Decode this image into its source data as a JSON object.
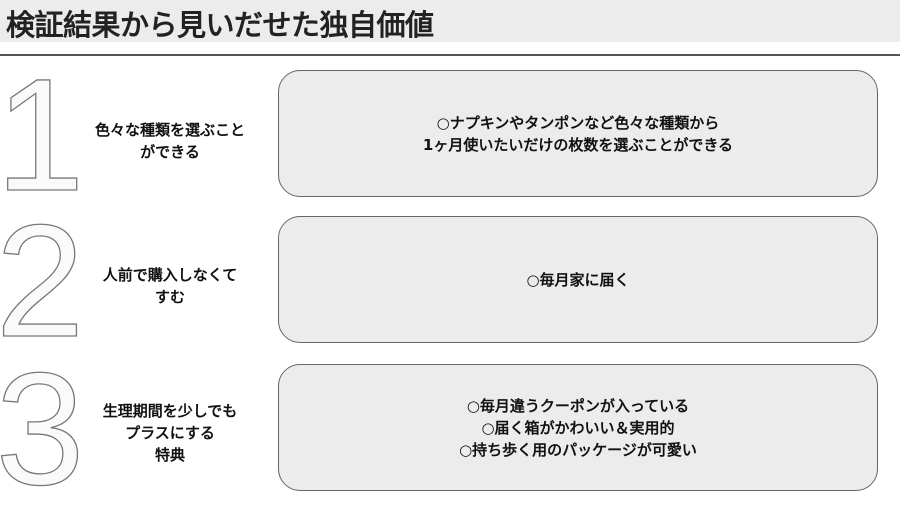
{
  "title": "検証結果から見いだせた独自価値",
  "rows": [
    {
      "number": "1",
      "label_lines": [
        "色々な種類を選ぶこと",
        "ができる"
      ],
      "detail_lines": [
        "○ナプキンやタンポンなど色々な種類から",
        "1ヶ月使いたいだけの枚数を選ぶことができる"
      ]
    },
    {
      "number": "2",
      "label_lines": [
        "人前で購入しなくて",
        "すむ"
      ],
      "detail_lines": [
        "○毎月家に届く"
      ]
    },
    {
      "number": "3",
      "label_lines": [
        "生理期間を少しでも",
        "プラスにする",
        "特典"
      ],
      "detail_lines": [
        "○毎月違うクーポンが入っている",
        "○届く箱がかわいい＆実用的",
        "○持ち歩く用のパッケージが可愛い"
      ]
    }
  ]
}
